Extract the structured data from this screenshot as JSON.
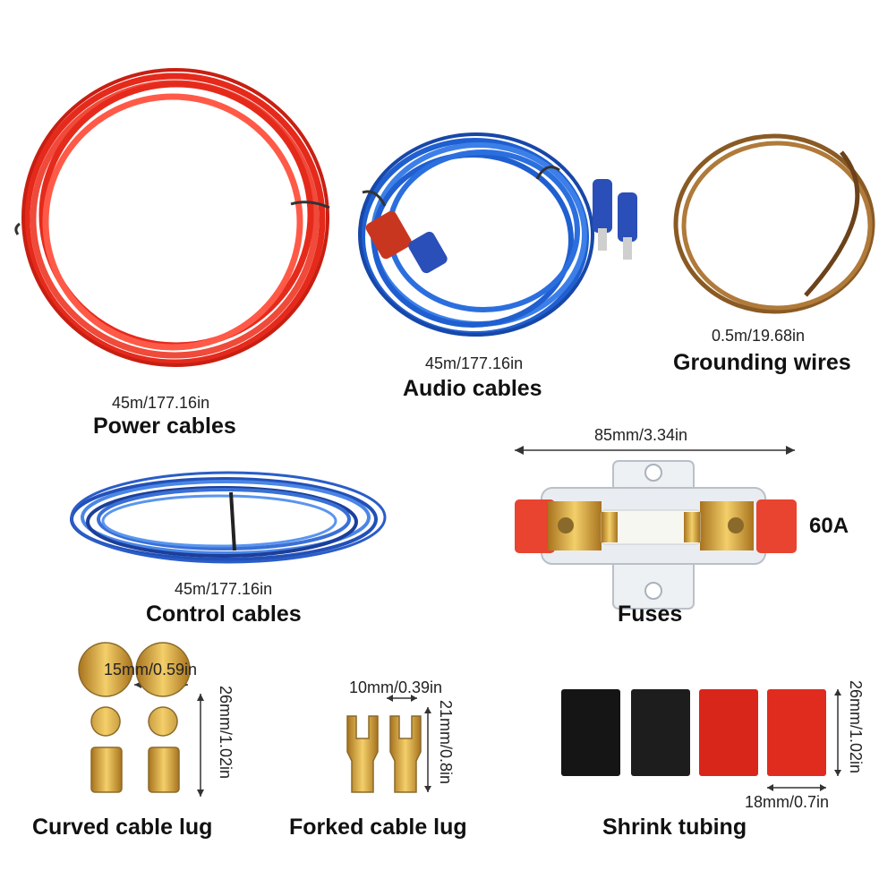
{
  "items": {
    "power": {
      "size": "45m/177.16in",
      "title": "Power cables"
    },
    "audio": {
      "size": "45m/177.16in",
      "title": "Audio cables"
    },
    "ground": {
      "size": "0.5m/19.68in",
      "title": "Grounding wires"
    },
    "control": {
      "size": "45m/177.16in",
      "title": "Control cables"
    },
    "fuse": {
      "size": "85mm/3.34in",
      "rating": "60A",
      "title": "Fuses"
    },
    "curved_lug": {
      "width": "15mm/0.59in",
      "height": "26mm/1.02in",
      "title": "Curved cable lug"
    },
    "forked_lug": {
      "width": "10mm/0.39in",
      "height": "21mm/0.8in",
      "title": "Forked cable lug"
    },
    "shrink": {
      "width": "18mm/0.7in",
      "height": "26mm/1.02in",
      "title": "Shrink tubing"
    }
  },
  "colors": {
    "power": "#e52a1c",
    "audio": "#1f5fd0",
    "ground": "#8a5a24",
    "control": "#2250b8",
    "gold": "#d9a23a",
    "tube_black": "#151515",
    "tube_red": "#d9261a"
  }
}
